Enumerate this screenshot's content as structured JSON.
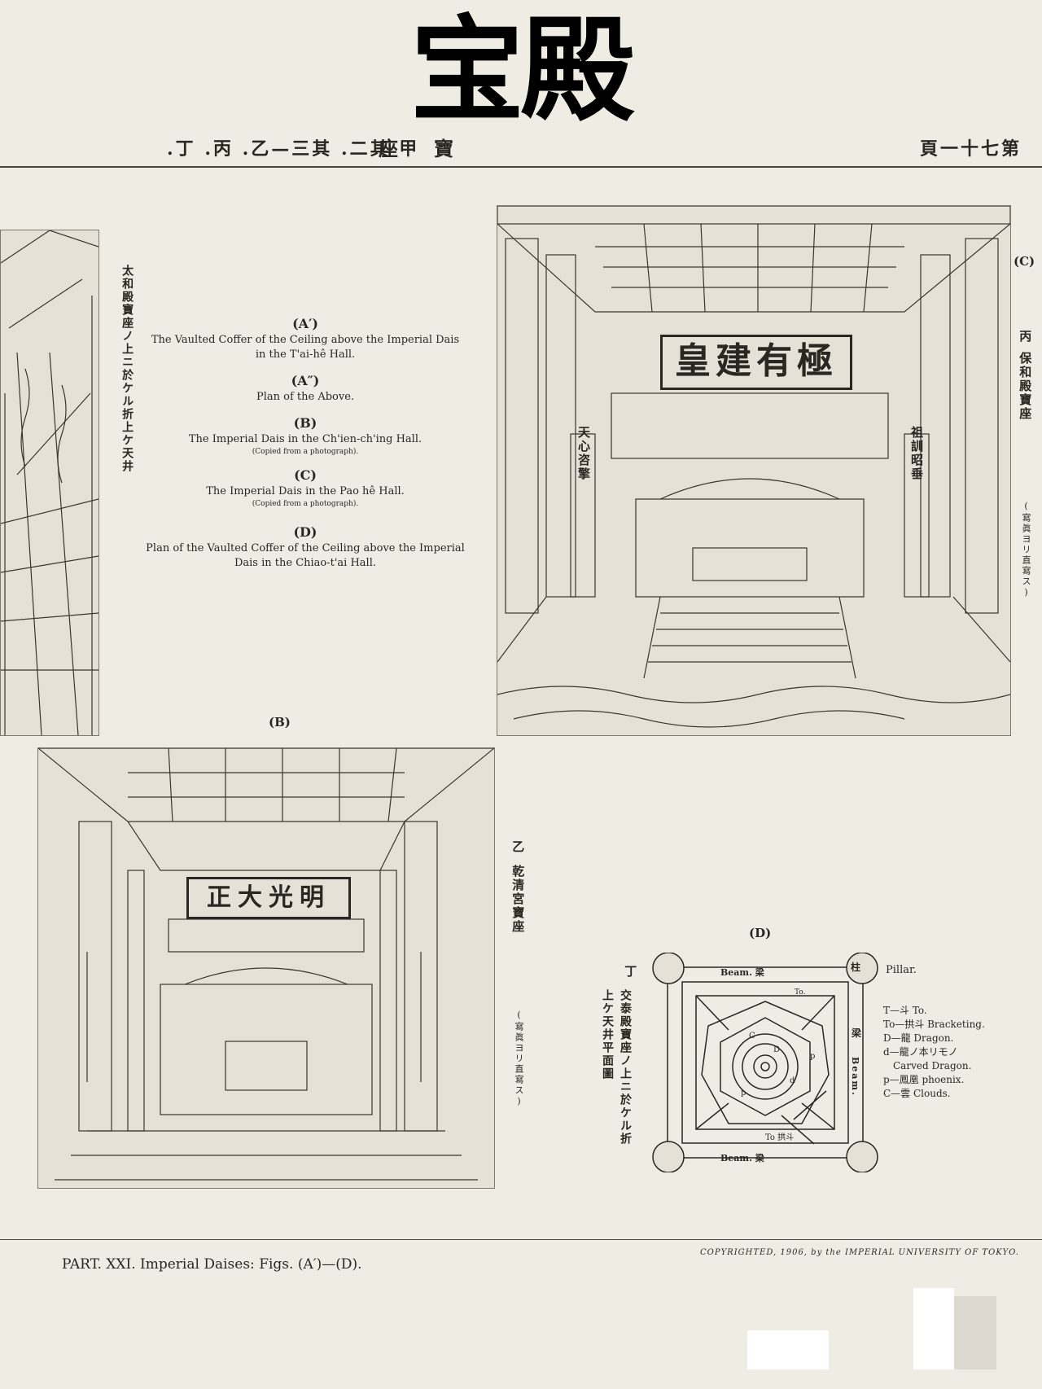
{
  "page_title": "宝殿",
  "header": {
    "left": ".丁 .丙 .乙—三其 .二其 甲",
    "center": "座　寶",
    "right": "頁一十七第"
  },
  "left_strip_caption": "太和殿寶座ノ上ニ於ケル折上ケ天井",
  "captions": [
    {
      "label": "(A′)",
      "lines": [
        "The Vaulted Coffer of the Ceiling above the Imperial Dais",
        "in the T'ai-hê Hall."
      ],
      "note": ""
    },
    {
      "label": "(A″)",
      "lines": [
        "Plan of the Above."
      ],
      "note": ""
    },
    {
      "label": "(B)",
      "lines": [
        "The Imperial Dais in the Ch'ien-ch'ing Hall."
      ],
      "note": "(Copied from a photograph)."
    },
    {
      "label": "(C)",
      "lines": [
        "The Imperial Dais in the Pao hê Hall."
      ],
      "note": "(Copied from a photograph)."
    },
    {
      "label": "(D)",
      "lines": [
        "Plan of the Vaulted Coffer of the Ceiling above the Imperial",
        "Dais in the Chiao-t'ai Hall."
      ],
      "note": ""
    }
  ],
  "fig_c": {
    "label": "(C)",
    "side_title": "丙",
    "side_caption": "保和殿寶座",
    "side_note": "(寫眞ヨリ直寫ス)",
    "plaque_text": "皇建有極",
    "couplet_left": "天心咨擎",
    "couplet_right": "祖訓昭垂"
  },
  "fig_b": {
    "label": "(B)",
    "side_title": "乙",
    "side_caption": "乾清宮寶座",
    "side_note": "(寫眞ヨリ直寫ス)",
    "plaque_text": "正大光明"
  },
  "fig_d": {
    "label": "(D)",
    "side_title": "丁",
    "side_caption": "交泰殿寶座ノ上ニ於ケル折上ケ天井平面圖",
    "beam_top": "Beam. 梁",
    "beam_bottom": "Beam. 梁",
    "beam_right": "Beam.",
    "pillar_glyph": "柱",
    "beam_glyph": "梁",
    "to_top": "To.",
    "to_bottom": "To 拱斗",
    "pillar_label": "Pillar.",
    "legend": [
      "T—斗 To.",
      "To—拱斗 Bracketing.",
      "D—龍 Dragon.",
      "d—龍ノ本リモノ",
      "　Carved Dragon.",
      "p—鳳凰 phoenix.",
      "C—雲 Clouds."
    ]
  },
  "footer": {
    "left": "PART. XXI.  Imperial Daises: Figs. (A′)—(D).",
    "right": "COPYRIGHTED, 1906, by the IMPERIAL UNIVERSITY OF TOKYO."
  },
  "colors": {
    "paper": "#efece3",
    "ink": "#2a2723",
    "panel": "#e6e1d6"
  }
}
